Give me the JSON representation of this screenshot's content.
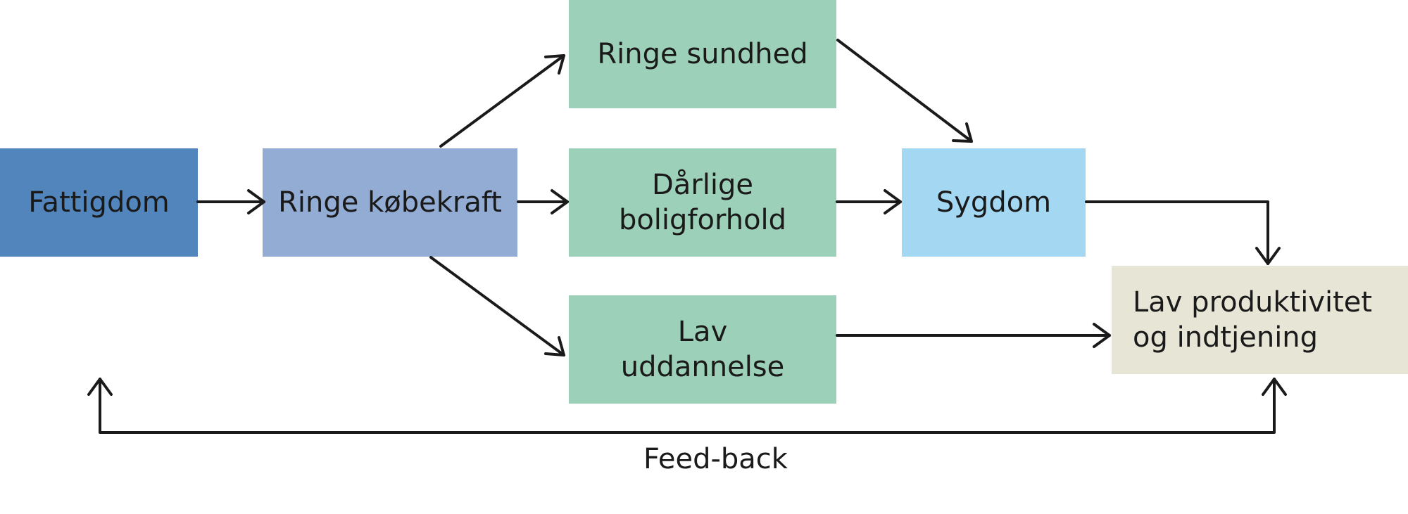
{
  "nodes": {
    "fattigdom": {
      "lines": [
        "Fattigdom"
      ],
      "color": "#5285bb"
    },
    "kobekraft": {
      "lines": [
        "Ringe købekraft"
      ],
      "color": "#93acd4"
    },
    "sundhed": {
      "lines": [
        "Ringe sundhed"
      ],
      "color": "#9dd0b9"
    },
    "bolig": {
      "lines": [
        "Dårlige",
        "boligforhold"
      ],
      "color": "#9dd0b9"
    },
    "uddannelse": {
      "lines": [
        "Lav",
        "uddannelse"
      ],
      "color": "#9dd0b9"
    },
    "sygdom": {
      "lines": [
        "Sygdom"
      ],
      "color": "#a3d7f2"
    },
    "lavprod": {
      "lines": [
        "Lav produktivitet",
        "og indtjening"
      ],
      "color": "#e6e5d6"
    }
  },
  "feedback": {
    "label": "Feed-back"
  },
  "edges": [
    {
      "from": "fattigdom",
      "to": "kobekraft"
    },
    {
      "from": "kobekraft",
      "to": "sundhed"
    },
    {
      "from": "kobekraft",
      "to": "bolig"
    },
    {
      "from": "kobekraft",
      "to": "uddannelse"
    },
    {
      "from": "sundhed",
      "to": "sygdom"
    },
    {
      "from": "bolig",
      "to": "sygdom"
    },
    {
      "from": "sygdom",
      "to": "lavprod"
    },
    {
      "from": "uddannelse",
      "to": "lavprod"
    },
    {
      "from": "lavprod",
      "to": "fattigdom",
      "label": "Feed-back"
    }
  ]
}
